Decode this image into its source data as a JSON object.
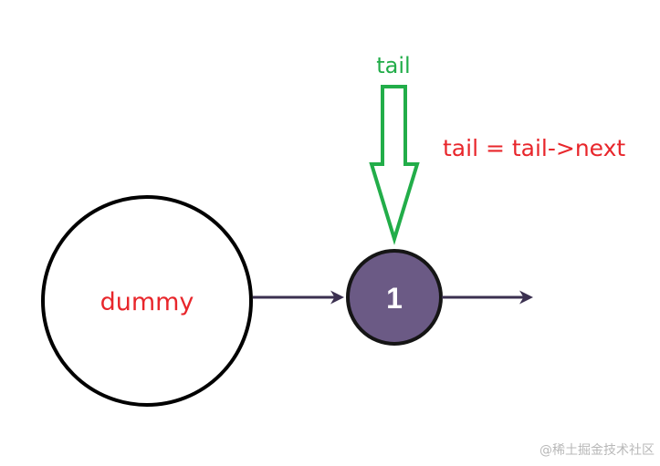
{
  "pointer": {
    "label": "tail",
    "operation": "tail = tail->next"
  },
  "nodes": {
    "dummy": {
      "label": "dummy"
    },
    "node1": {
      "value": "1"
    }
  },
  "colors": {
    "pointer": "#22ad49",
    "annotation": "#e8262b",
    "node_fill": "#6b5a85",
    "node_stroke": "#151515",
    "edge": "#3b3050"
  },
  "watermark": "@稀土掘金技术社区"
}
